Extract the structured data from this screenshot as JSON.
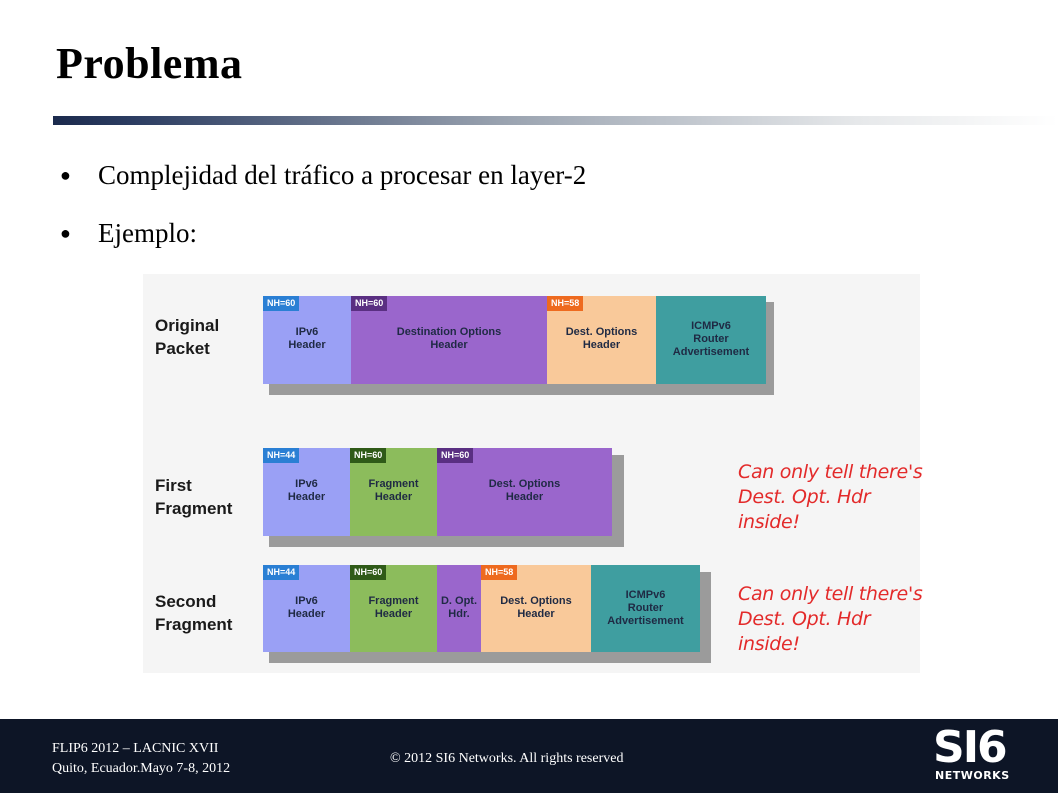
{
  "slide": {
    "title": "Problema",
    "bullets": [
      "Complejidad del tráfico a procesar en layer-2",
      "Ejemplo:"
    ]
  },
  "diagram": {
    "rows": [
      {
        "label": "Original\nPacket",
        "segments": [
          {
            "nh": "NH=60",
            "label": "IPv6\nHeader"
          },
          {
            "nh": "NH=60",
            "label": "Destination Options\nHeader"
          },
          {
            "nh": "NH=58",
            "label": "Dest. Options\nHeader"
          },
          {
            "nh": "",
            "label": "ICMPv6\nRouter\nAdvertisement"
          }
        ]
      },
      {
        "label": "First\nFragment",
        "segments": [
          {
            "nh": "NH=44",
            "label": "IPv6\nHeader"
          },
          {
            "nh": "NH=60",
            "label": "Fragment\nHeader"
          },
          {
            "nh": "NH=60",
            "label": "Dest. Options\nHeader"
          }
        ],
        "note": "Can only tell there's\nDest. Opt. Hdr inside!"
      },
      {
        "label": "Second\nFragment",
        "segments": [
          {
            "nh": "NH=44",
            "label": "IPv6\nHeader"
          },
          {
            "nh": "NH=60",
            "label": "Fragment\nHeader"
          },
          {
            "nh": "",
            "label": "D. Opt.\nHdr."
          },
          {
            "nh": "NH=58",
            "label": "Dest. Options\nHeader"
          },
          {
            "nh": "",
            "label": "ICMPv6\nRouter\nAdvertisement"
          }
        ],
        "note": "Can only tell there's\nDest. Opt. Hdr inside!"
      }
    ]
  },
  "footer": {
    "event_line1": "FLIP6 2012 – LACNIC XVII",
    "event_line2": "Quito, Ecuador.Mayo 7-8, 2012",
    "copyright": "© 2012 SI6 Networks. All rights reserved",
    "logo_main": "SI6",
    "logo_sub": "NETWORKS"
  }
}
